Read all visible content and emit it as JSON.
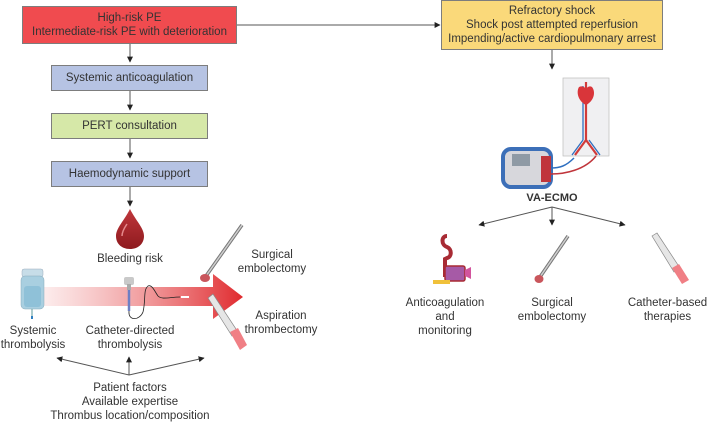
{
  "left_column": {
    "risk_box": {
      "lines": [
        "High-risk PE",
        "Intermediate-risk PE with deterioration"
      ],
      "color": "#f04b4f"
    },
    "anticoagulation_box": {
      "label": "Systemic anticoagulation",
      "color": "#b6c3e3"
    },
    "pert_box": {
      "label": "PERT consultation",
      "color": "#d6e8a8"
    },
    "haemodynamic_box": {
      "label": "Haemodynamic support",
      "color": "#b6c3e3"
    },
    "bleeding_risk": {
      "label": "Bleeding risk",
      "icon": "blood-drop-icon"
    },
    "therapies": {
      "systemic_thrombolysis": {
        "lines": [
          "Systemic",
          "thrombolysis"
        ],
        "icon": "iv-bag-icon"
      },
      "catheter_directed": {
        "lines": [
          "Catheter-directed",
          "thrombolysis"
        ],
        "icon": "catheter-icon"
      },
      "surgical_embolectomy": {
        "lines": [
          "Surgical",
          "embolectomy"
        ],
        "icon": "forceps-icon"
      },
      "aspiration_thrombectomy": {
        "lines": [
          "Aspiration",
          "thrombectomy"
        ],
        "icon": "aspiration-catheter-icon"
      }
    },
    "gradient_arrow": {
      "from_color": "#fbe3e3",
      "to_color": "#e02a2e"
    },
    "factors": [
      "Patient factors",
      "Available expertise",
      "Thrombus location/composition"
    ]
  },
  "right_column": {
    "shock_box": {
      "lines": [
        "Refractory shock",
        "Shock post attempted reperfusion",
        "Impending/active cardiopulmonary arrest"
      ],
      "color": "#fad97a"
    },
    "ecmo": {
      "label": "VA-ECMO",
      "icon": "ecmo-machine-icon"
    },
    "options": [
      {
        "lines": [
          "Anticoagulation",
          "and",
          "monitoring"
        ],
        "icon": "anticoagulation-device-icon"
      },
      {
        "lines": [
          "Surgical",
          "embolectomy"
        ],
        "icon": "forceps-icon"
      },
      {
        "lines": [
          "Catheter-based",
          "therapies"
        ],
        "icon": "catheter-tube-icon"
      }
    ]
  }
}
